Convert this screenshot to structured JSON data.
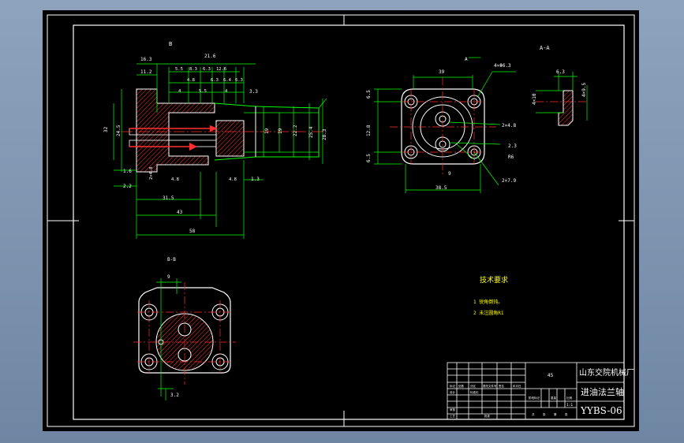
{
  "sections": {
    "b_label": "B",
    "bb_label": "B-B",
    "aa_label": "A-A",
    "a_label": "A"
  },
  "dims_front": {
    "d_16_3": "16.3",
    "d_11_2": "11.2",
    "d_21_6": "21.6",
    "d_5_5a": "5.5",
    "d_8_3": "8.3",
    "d_6_3": "6.3",
    "d_12_6": "12.6",
    "d_4_8a": "4.8",
    "d_6_3b": "6.3",
    "d_6_4": "6.4",
    "d_6_3c": "6.3",
    "d_4a": "4",
    "d_5_5b": "5.5",
    "d_4b": "4",
    "d_3_3": "3.3",
    "d_1_6": "1.6",
    "d_2_2": "2.2",
    "d_2x4_8": "2×4.8",
    "d_4_8b": "4.8",
    "d_4_8c": "4.8",
    "d_1_3": "1.3",
    "d_31_5": "31.5",
    "d_43": "43",
    "d_58": "58",
    "v_32": "32",
    "v_24_5": "24.5",
    "v_19": "19",
    "v_19b": "19",
    "v_22_2": "22.2",
    "v_25_4": "25.4",
    "v_28_3": "28.3"
  },
  "dims_plan": {
    "d_39": "39",
    "d_4x6_3": "4×Φ6.3",
    "d_6_5": "6.5",
    "d_12_8": "12.8",
    "d_6_5b": "6.5",
    "d_2x4_8": "2×4.8",
    "d_2_3": "2.3",
    "d_r6": "R6",
    "d_2x7_9": "2×7.9",
    "d_9": "9",
    "d_38_5": "38.5"
  },
  "dims_aa": {
    "d_6_3": "6.3",
    "d_4x10": "4×10",
    "d_4x9_5": "4×9.5"
  },
  "dims_bb": {
    "d_9": "9",
    "d_3_2": "3.2"
  },
  "tech_notes": {
    "title": "技术要求",
    "items": [
      "1  锐角倒钝。",
      "2  未注圆角R1"
    ]
  },
  "title_block": {
    "company": "山东交院机械厂",
    "part_name": "进油法兰轴",
    "drawing_no": "YYBS-06",
    "material": "45",
    "scale": "1:1",
    "tiny_row1": [
      "标记",
      "处数",
      "分区",
      "更改文件号",
      "签名",
      "年月日"
    ],
    "tiny_row2": [
      "设计",
      "",
      "标准化",
      "",
      "",
      ""
    ],
    "tiny_row3": [
      "审核",
      "",
      "",
      "",
      "",
      ""
    ],
    "tiny_row4": [
      "工艺",
      "",
      "批准",
      "",
      "",
      ""
    ],
    "tiny_right1": [
      "阶段标记",
      "重量",
      "比例"
    ],
    "tiny_right2": [
      "共",
      "张",
      "第",
      "张"
    ]
  },
  "colors": {
    "background": "#000000",
    "frame": "#ffffff",
    "dimension": "#00ff00",
    "outline": "#ffffff",
    "centerline": "#ff0000",
    "hatch": "#ff0000",
    "text_yellow": "#ffff00",
    "cyan": "#00ffff"
  }
}
